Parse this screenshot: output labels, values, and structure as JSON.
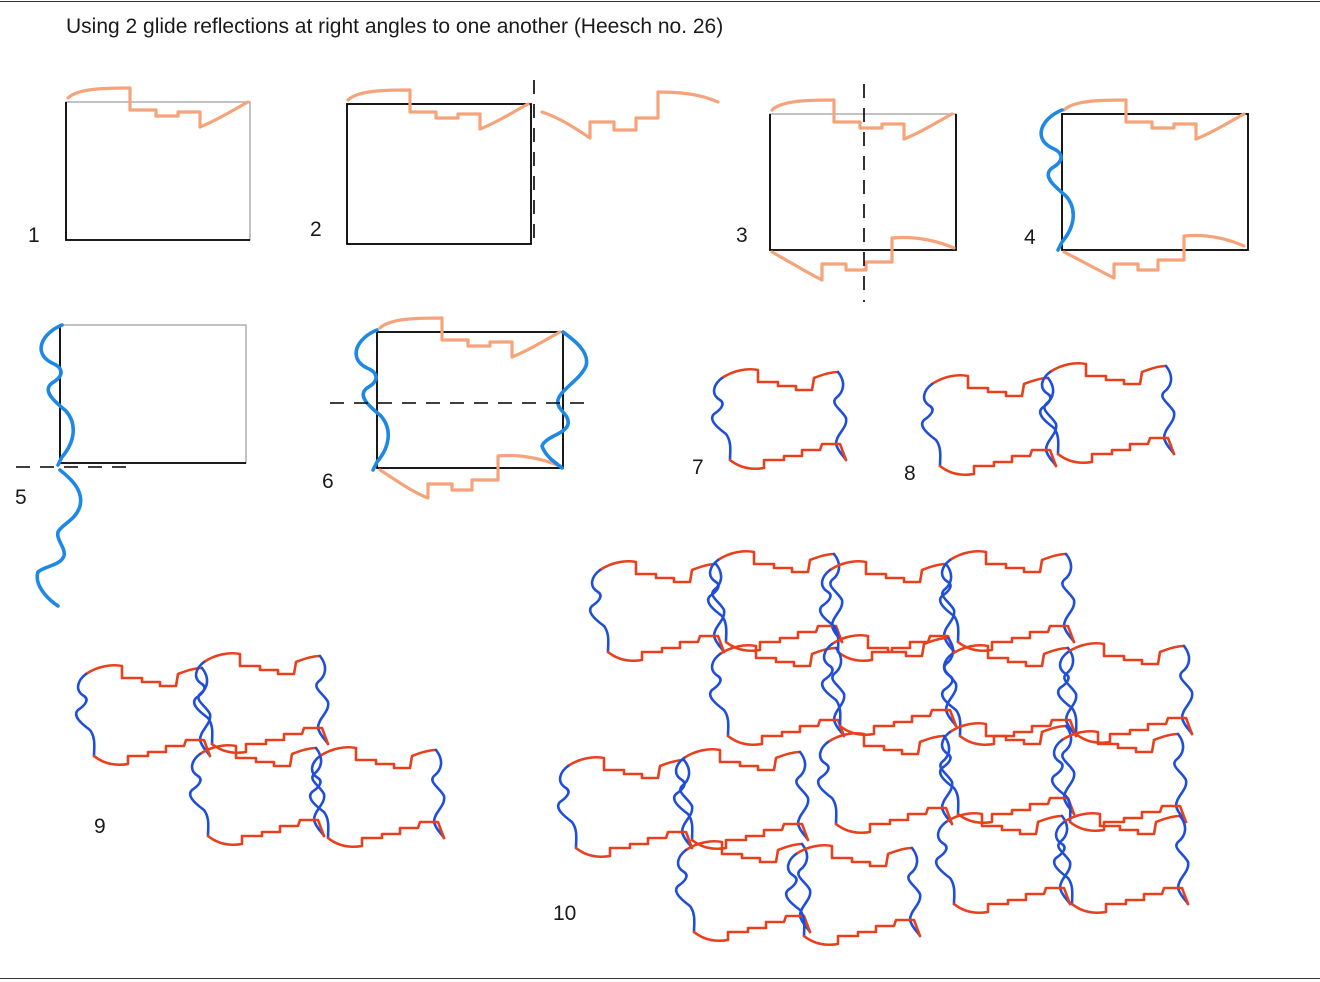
{
  "title": "Using 2 glide reflections at right angles to one another  (Heesch no. 26)",
  "step_labels": [
    "1",
    "2",
    "3",
    "4",
    "5",
    "6",
    "7",
    "8",
    "9",
    "10"
  ],
  "colors": {
    "draft_edge": "#f5a37a",
    "final_horizontal_edge": "#e8401c",
    "final_vertical_edge": "#1f4fd8",
    "draft_vertical_edge": "#1e88e5",
    "frame": "#000000"
  }
}
